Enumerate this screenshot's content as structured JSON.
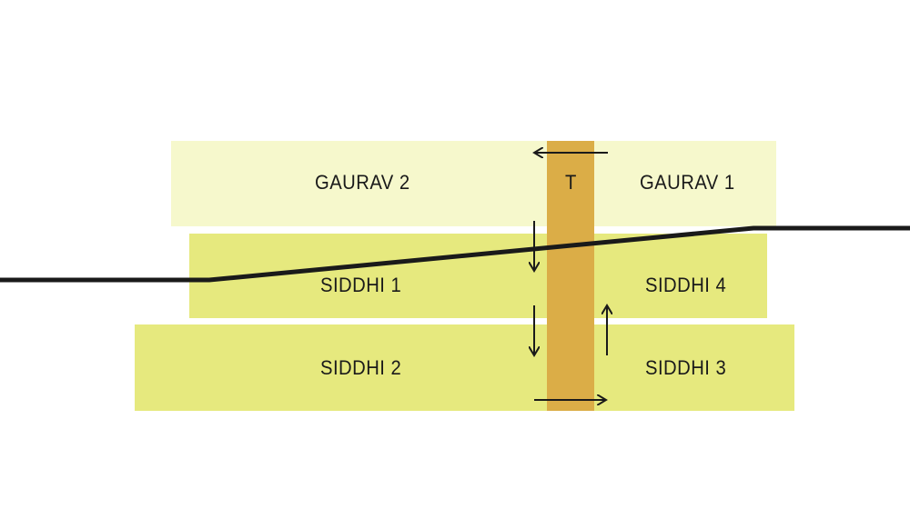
{
  "blocks": {
    "gaurav2": "GAURAV 2",
    "gaurav1": "GAURAV 1",
    "siddhi1": "SIDDHI 1",
    "siddhi4": "SIDDHI 4",
    "siddhi2": "SIDDHI 2",
    "siddhi3": "SIDDHI 3",
    "tower": "T"
  },
  "colors": {
    "gaurav": "#f6f8cc",
    "siddhi": "#e6e97e",
    "tower": "#dbad47",
    "line": "#1a1a1a"
  }
}
